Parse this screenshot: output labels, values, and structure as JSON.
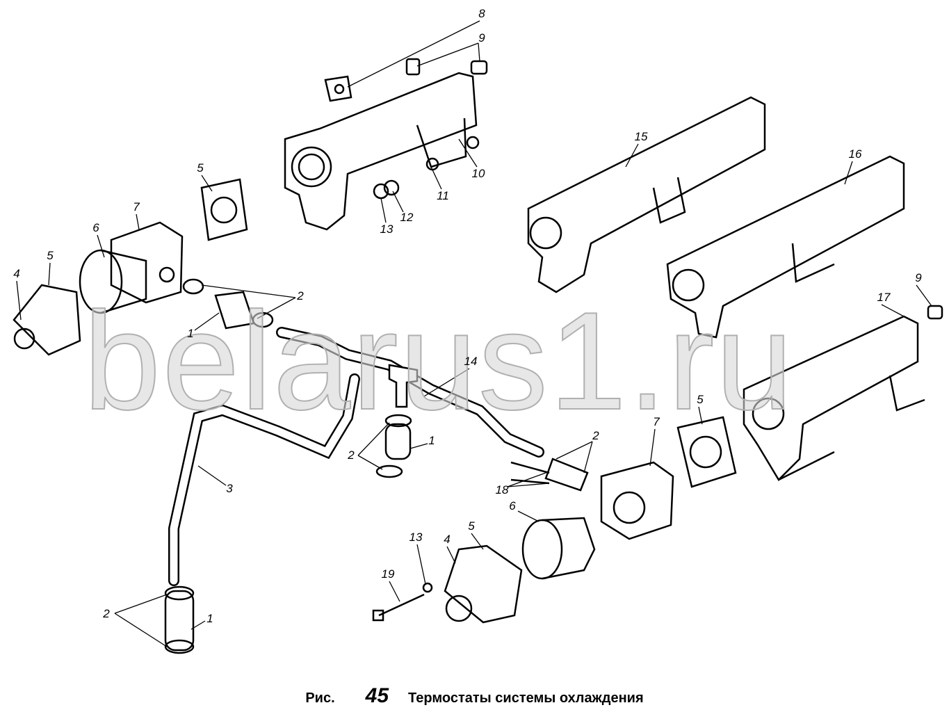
{
  "watermark": "belarus1.ru",
  "caption": {
    "prefix": "Рис.",
    "number": "45",
    "title": "Термостаты системы охлаждения"
  },
  "callouts": [
    {
      "id": "c1",
      "text": "8"
    },
    {
      "id": "c2",
      "text": "9"
    },
    {
      "id": "c3",
      "text": "5"
    },
    {
      "id": "c4",
      "text": "7"
    },
    {
      "id": "c5",
      "text": "6"
    },
    {
      "id": "c6",
      "text": "5"
    },
    {
      "id": "c7",
      "text": "4"
    },
    {
      "id": "c8",
      "text": "2"
    },
    {
      "id": "c9",
      "text": "1"
    },
    {
      "id": "c10",
      "text": "15"
    },
    {
      "id": "c11",
      "text": "16"
    },
    {
      "id": "c12",
      "text": "10"
    },
    {
      "id": "c13",
      "text": "11"
    },
    {
      "id": "c14",
      "text": "12"
    },
    {
      "id": "c15",
      "text": "13"
    },
    {
      "id": "c16",
      "text": "14"
    },
    {
      "id": "c17",
      "text": "9"
    },
    {
      "id": "c18",
      "text": "17"
    },
    {
      "id": "c19",
      "text": "2"
    },
    {
      "id": "c20",
      "text": "1"
    },
    {
      "id": "c21",
      "text": "5"
    },
    {
      "id": "c22",
      "text": "7"
    },
    {
      "id": "c23",
      "text": "2"
    },
    {
      "id": "c24",
      "text": "18"
    },
    {
      "id": "c25",
      "text": "3"
    },
    {
      "id": "c26",
      "text": "6"
    },
    {
      "id": "c27",
      "text": "13"
    },
    {
      "id": "c28",
      "text": "5"
    },
    {
      "id": "c29",
      "text": "4"
    },
    {
      "id": "c30",
      "text": "19"
    },
    {
      "id": "c31",
      "text": "2"
    },
    {
      "id": "c32",
      "text": "1"
    }
  ]
}
